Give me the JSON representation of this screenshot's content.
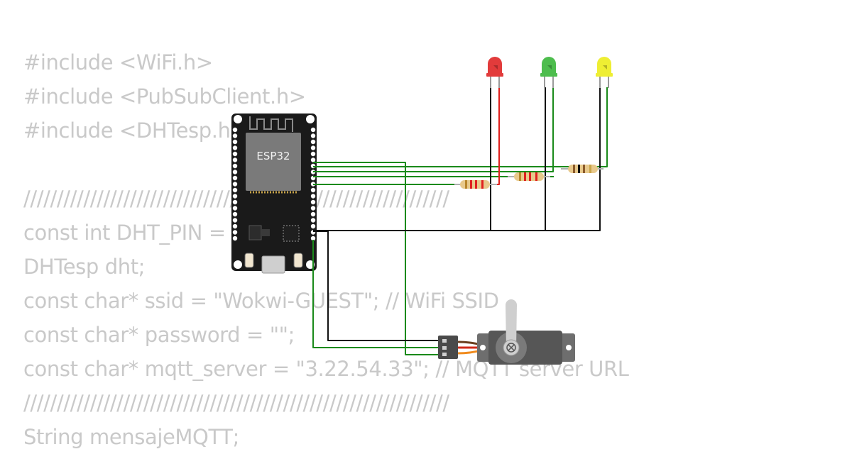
{
  "code_lines": [
    "#include <WiFi.h>",
    "#include <PubSubClient.h>",
    "#include <DHTesp.h>",
    "",
    "////////////////////////////////////////////////////////////////",
    "const int DHT_PIN = 15;",
    "DHTesp dht;",
    "const char* ssid = \"Wokwi-GUEST\"; // WiFi SSID",
    "const char* password = \"\";",
    "const char* mqtt_server = \"3.22.54.33\"; // MQTT server URL",
    "////////////////////////////////////////////////////////////////",
    "String mensajeMQTT;"
  ],
  "board": {
    "chip_label": "ESP32"
  },
  "leds": [
    {
      "color": "red",
      "hex": "#e23b3b"
    },
    {
      "color": "green",
      "hex": "#4dbd4d"
    },
    {
      "color": "yellow",
      "hex": "#eeee33"
    }
  ],
  "wire_colors": {
    "signal": "#1a8a1a",
    "ground": "#111111",
    "red_led": "#e0201c",
    "servo_power": "#d02a18",
    "servo_signal": "#f08a1c"
  }
}
